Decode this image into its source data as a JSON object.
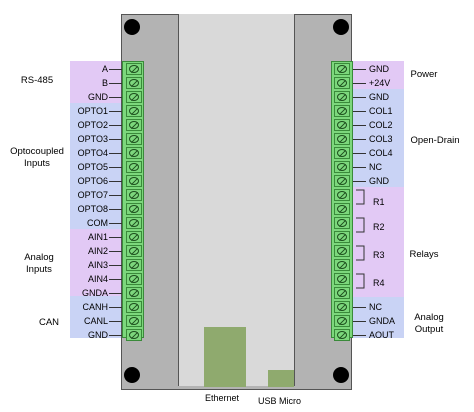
{
  "colors": {
    "board": "#b3b3b3",
    "board_border": "#555555",
    "center_panel": "#d9d9d9",
    "terminal_green": "#7cd77c",
    "purple_band": "#e2c9f5",
    "blue_band": "#c9d3f5",
    "connector_green": "#8faa6e"
  },
  "left_groups": [
    {
      "name": "RS-485"
    },
    {
      "name": "Optocoupled Inputs"
    },
    {
      "name": "Analog Inputs"
    },
    {
      "name": "CAN"
    }
  ],
  "right_groups": [
    {
      "name": "Power"
    },
    {
      "name": "Open-Drain"
    },
    {
      "name": "Relays"
    },
    {
      "name": "Analog Output"
    }
  ],
  "left_pins": [
    "A",
    "B",
    "GND",
    "OPTO1",
    "OPTO2",
    "OPTO3",
    "OPTO4",
    "OPTO5",
    "OPTO6",
    "OPTO7",
    "OPTO8",
    "COM",
    "AIN1",
    "AIN2",
    "AIN3",
    "AIN4",
    "GNDA",
    "CANH",
    "CANL",
    "GND"
  ],
  "right_pins": [
    "GND",
    "+24V",
    "GND",
    "COL1",
    "COL2",
    "COL3",
    "COL4",
    "NC",
    "GND",
    "R1",
    "R2",
    "R3",
    "R4",
    "NC",
    "GNDA",
    "AOUT"
  ],
  "connectors": {
    "ethernet": "Ethernet",
    "usb": "USB Micro"
  }
}
